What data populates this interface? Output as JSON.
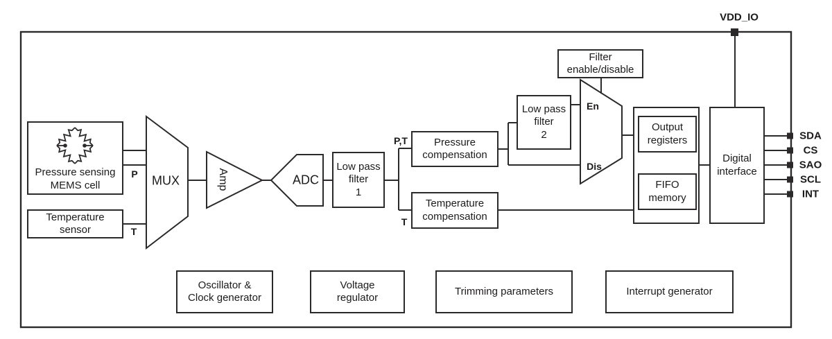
{
  "diagram": {
    "power_pin_label": "VDD_IO",
    "blocks": {
      "mems_cell": "Pressure sensing\nMEMS cell",
      "temperature_sensor": "Temperature\nsensor",
      "mux": "MUX",
      "amp": "Amp",
      "adc": "ADC",
      "low_pass_filter_1": "Low pass\nfilter\n1",
      "pressure_compensation": "Pressure\ncompensation",
      "temperature_compensation": "Temperature\ncompensation",
      "low_pass_filter_2": "Low pass\nfilter\n2",
      "filter_enable_disable": "Filter\nenable/disable",
      "output_registers": "Output\nregisters",
      "fifo_memory": "FIFO\nmemory",
      "digital_interface": "Digital\ninterface",
      "oscillator_clock_generator": "Oscillator &\nClock generator",
      "voltage_regulator": "Voltage\nregulator",
      "trimming_parameters": "Trimming parameters",
      "interrupt_generator": "Interrupt generator"
    },
    "signal_labels": {
      "pressure": "P",
      "temperature": "T",
      "pressure_temperature": "P,T",
      "temperature_2": "T",
      "filter_enabled": "En",
      "filter_disabled": "Dis"
    },
    "pins": [
      "SDA",
      "CS",
      "SAO",
      "SCL",
      "INT"
    ],
    "colors": {
      "line": "#2c292a",
      "text": "#1c1a1b",
      "background": "#ffffff"
    }
  }
}
